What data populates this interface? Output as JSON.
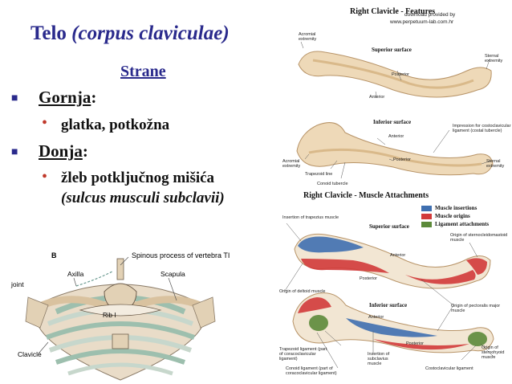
{
  "slide": {
    "title_main": "Telo",
    "title_latin": "(corpus claviculae)",
    "section": "Strane",
    "bullets": [
      {
        "label": "Gornja",
        "colon": ":",
        "sub": "glatka, potkožna"
      },
      {
        "label": "Donja",
        "colon": ":",
        "sub": "žleb potključnog mišića",
        "sub_latin": "(sulcus musculi subclavii)"
      }
    ]
  },
  "figure_features": {
    "title": "Right Clavicle - Features",
    "download_note": "download provided by",
    "download_url": "www.perpetuum-lab.com.hr",
    "superior_label": "Superior surface",
    "inferior_label": "Inferior surface",
    "labels": {
      "acromial_top": "Acromial extremity",
      "sternal_top": "Sternal extremity",
      "posterior_top": "Posterior",
      "anterior_top": "Anterior",
      "impression": "Impression for costoclavicular ligament (costal tubercle)",
      "anterior_bottom": "Anterior",
      "posterior_bottom": "Posterior",
      "acromial_bottom": "Acromial extremity",
      "trapezoid": "Trapezoid line",
      "conoid": "Conoid tubercle",
      "sternal_bottom": "Sternal extremity"
    }
  },
  "figure_muscles": {
    "title": "Right Clavicle - Muscle Attachments",
    "legend": [
      {
        "label": "Muscle insertions",
        "color": "#3f6fb0"
      },
      {
        "label": "Muscle origins",
        "color": "#d23a3a"
      },
      {
        "label": "Ligament attachments",
        "color": "#5c8a3a"
      }
    ],
    "superior_label": "Superior surface",
    "inferior_label": "Inferior surface",
    "labels": {
      "trapezius": "Insertion of trapezius muscle",
      "sternocleido": "Origin of sternocleidomastoid muscle",
      "anterior_top": "Anterior",
      "posterior_top": "Posterior",
      "deltoid": "Origin of deltoid muscle",
      "pectoralis": "Origin of pectoralis major muscle",
      "anterior_bottom": "Anterior",
      "posterior_bottom": "Posterior",
      "trapezoid_lig": "Trapezoid ligament (part of coracoclavicular ligament)",
      "subclavius": "Insertion of subclavius muscle",
      "costoclav": "Costoclavicular ligament",
      "sternohyoid": "Origin of sternohyoid muscle",
      "conoid_lig": "Conoid ligament (part of coracoclavicular ligament)"
    }
  },
  "figure_thorax": {
    "panel": "B",
    "spinous": "Spinous process of vertebra TI",
    "axilla": "Axilla",
    "scapula": "Scapula",
    "joint": "joint",
    "rib": "Rib I",
    "clavicle": "Clavicle"
  },
  "colors": {
    "title_blue": "#2a2a8c",
    "bullet_red": "#c0392b",
    "bone": "#eed9b8",
    "bone_shade": "#d9b98a"
  }
}
